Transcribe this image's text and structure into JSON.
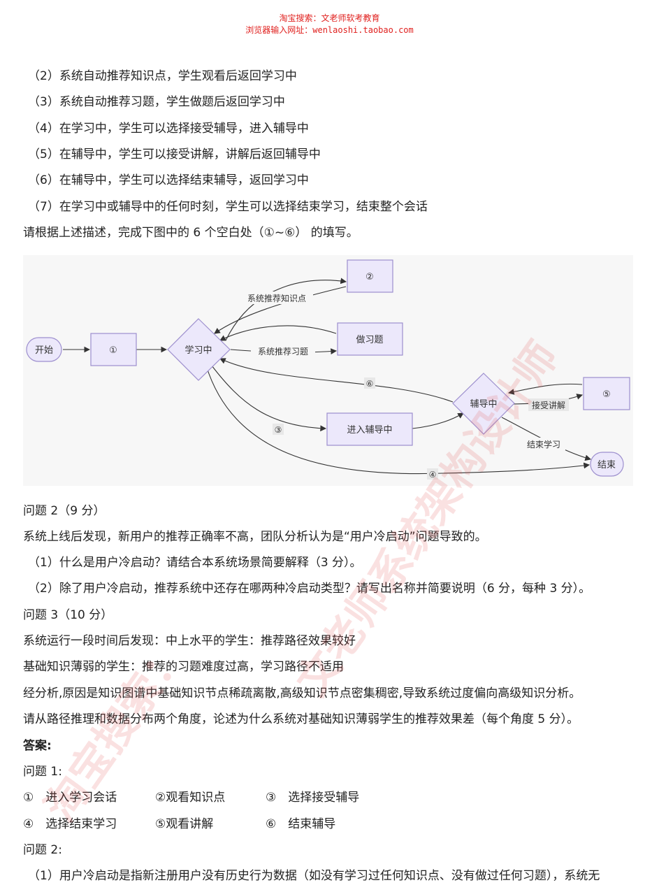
{
  "header": {
    "line1": "淘宝搜索：文老师软考教育",
    "line2": "浏览器输入网址：wenlaoshi.taobao.com"
  },
  "intro_items": [
    "（2）系统自动推荐知识点，学生观看后返回学习中",
    "（3）系统自动推荐习题，学生做题后返回学习中",
    "（4）在学习中，学生可以选择接受辅导，进入辅导中",
    "（5）在辅导中，学生可以接受讲解，讲解后返回辅导中",
    "（6）在辅导中，学生可以选择结束辅导，返回学习中",
    "（7）在学习中或辅导中的任何时刻，学生可以选择结束学习，结束整个会话"
  ],
  "instruction": "请根据上述描述，完成下图中的 6 个空白处（①~⑥） 的填写。",
  "diagram": {
    "nodes": {
      "start": "开始",
      "blank1": "①",
      "learning": "学习中",
      "blank2": "②",
      "exercise": "做习题",
      "enter_tutoring": "进入辅导中",
      "tutoring": "辅导中",
      "blank5": "⑤",
      "end": "结束"
    },
    "edge_labels": {
      "recommend_knowledge": "系统推荐知识点",
      "recommend_exercise": "系统推荐习题",
      "blank6": "⑥",
      "blank3": "③",
      "accept_explain": "接受讲解",
      "end_learning": "结束学习",
      "blank4": "④"
    }
  },
  "q2": {
    "title": "问题 2（9 分）",
    "desc": "系统上线后发现，新用户的推荐正确率不高，团队分析认为是“用户冷启动”问题导致的。",
    "sub1": "（1）什么是用户冷启动？请结合本系统场景简要解释（3 分）。",
    "sub2": "（2）除了用户冷启动，推荐系统中还存在哪两种冷启动类型？请写出名称并简要说明（6 分，每种 3 分）。"
  },
  "q3": {
    "title": "问题 3（10 分）",
    "line1": "系统运行一段时间后发现：中上水平的学生：推荐路径效果较好",
    "line2": "基础知识薄弱的学生：推荐的习题难度过高，学习路径不适用",
    "line3": "经分析,原因是知识图谱中基础知识节点稀疏离散,高级知识节点密集稠密,导致系统过度偏向高级知识分析。",
    "line4": "请从路径推理和数据分布两个角度，论述为什么系统对基础知识薄弱学生的推荐效果差（每个角度 5 分）。"
  },
  "answers": {
    "title": "答案:",
    "q1_title": "问题 1:",
    "row1": [
      "①　进入学习会话",
      "②观看知识点",
      "③　选择接受辅导"
    ],
    "row2": [
      "④　选择结束学习",
      "⑤观看讲解",
      "⑥　结束辅导"
    ],
    "q2_title": "问题 2:",
    "q2_line1": "（1）用户冷启动是指新注册用户没有历史行为数据（如没有学习过任何知识点、没有做过任何习题），系统无"
  },
  "watermark": {
    "text1": "文老师系统架构设计师",
    "text2": "淘宝搜索："
  },
  "colors": {
    "header": "#e0201e",
    "node_fill": "#ece8fb",
    "node_stroke": "#9d8fce",
    "watermark": "#e65a5a"
  }
}
